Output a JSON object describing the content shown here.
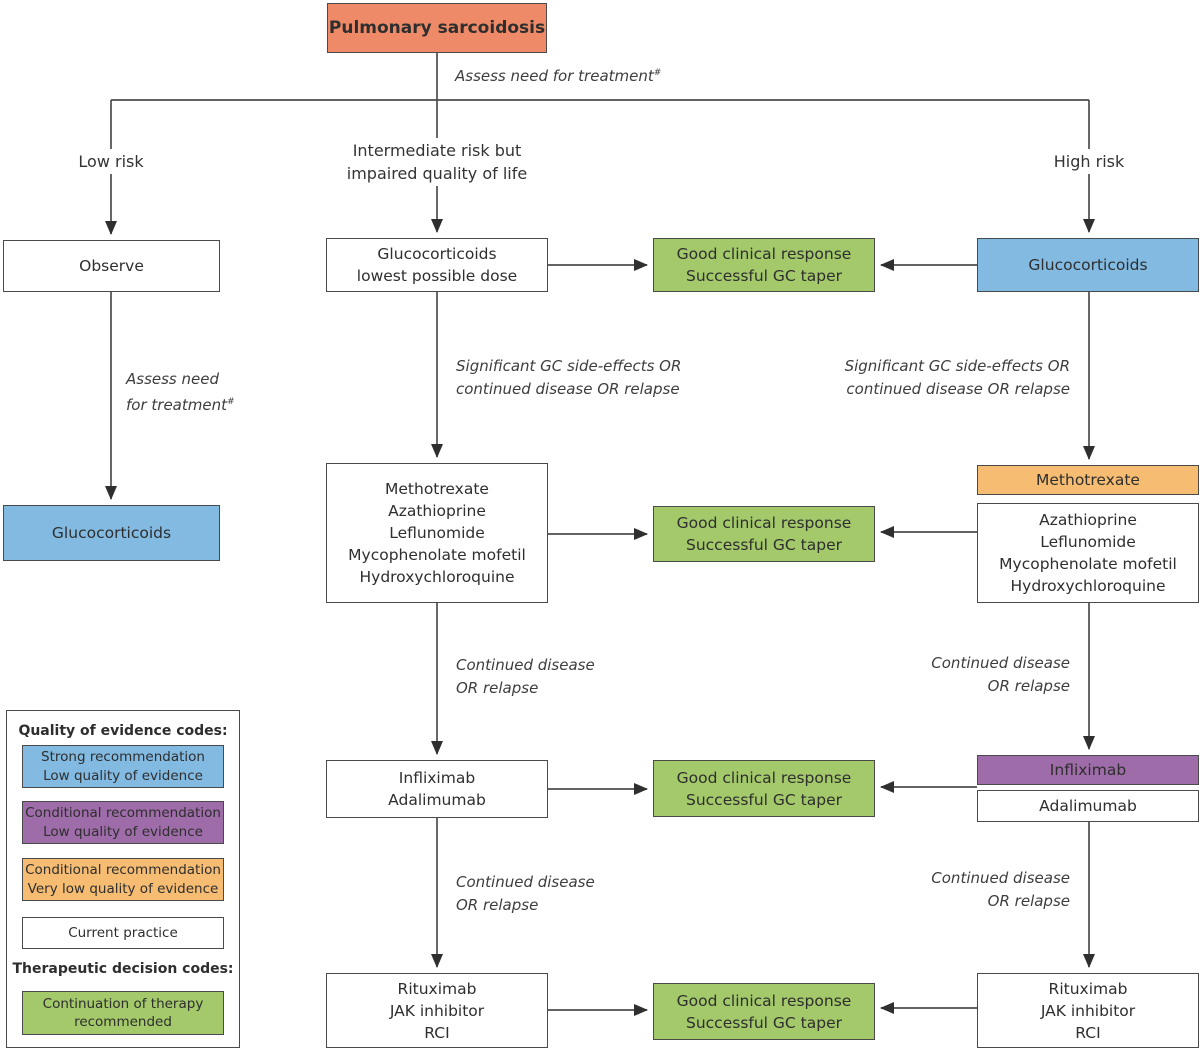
{
  "colors": {
    "root_fill": "#ee8a68",
    "blue_fill": "#82bae2",
    "green_fill": "#a3c96a",
    "orange_fill": "#f5bc72",
    "purple_fill": "#9e6ca8",
    "box_border": "#4a4a4a",
    "line": "#4d4d4d",
    "text": "#2e2e2e"
  },
  "nodes": {
    "root": "Pulmonary sarcoidosis",
    "observe": "Observe",
    "glucocorticoids_low_risk": "Glucocorticoids",
    "glucocorticoids_mid": [
      "Glucocorticoids",
      "lowest possible dose"
    ],
    "glucocorticoids_high": "Glucocorticoids",
    "immunosuppressants_mid": [
      "Methotrexate",
      "Azathioprine",
      "Leflunomide",
      "Mycophenolate mofetil",
      "Hydroxychloroquine"
    ],
    "methotrexate_high": "Methotrexate",
    "immunosuppressants_high": [
      "Azathioprine",
      "Leflunomide",
      "Mycophenolate mofetil",
      "Hydroxychloroquine"
    ],
    "biologics_mid": [
      "Infliximab",
      "Adalimumab"
    ],
    "infliximab_high": "Infliximab",
    "adalimumab_high": "Adalimumab",
    "rescue_mid": [
      "Rituximab",
      "JAK inhibitor",
      "RCI"
    ],
    "rescue_high": [
      "Rituximab",
      "JAK inhibitor",
      "RCI"
    ],
    "good_response": [
      "Good clinical response",
      "Successful GC taper"
    ]
  },
  "branch_labels": {
    "low": "Low risk",
    "intermediate": [
      "Intermediate risk but",
      "impaired quality of life"
    ],
    "high": "High risk"
  },
  "edge_labels": {
    "assess_top": "Assess need for treatment",
    "assess_left": [
      "Assess need",
      "for treatment"
    ],
    "gc_side_effects": [
      "Significant GC side-effects OR",
      "continued disease OR relapse"
    ],
    "continued": [
      "Continued disease",
      "OR relapse"
    ],
    "footnote_marker": "#"
  },
  "legend": {
    "evidence_title": "Quality of evidence codes:",
    "evidence_items": [
      {
        "lines": [
          "Strong recommendation",
          "Low quality of evidence"
        ]
      },
      {
        "lines": [
          "Conditional recommendation",
          "Low quality of evidence"
        ]
      },
      {
        "lines": [
          "Conditional recommendation",
          "Very low quality of evidence"
        ]
      },
      {
        "lines": [
          "Current practice"
        ]
      }
    ],
    "decision_title": "Therapeutic decision codes:",
    "decision_items": [
      {
        "lines": [
          "Continuation of therapy",
          "recommended"
        ]
      }
    ]
  }
}
